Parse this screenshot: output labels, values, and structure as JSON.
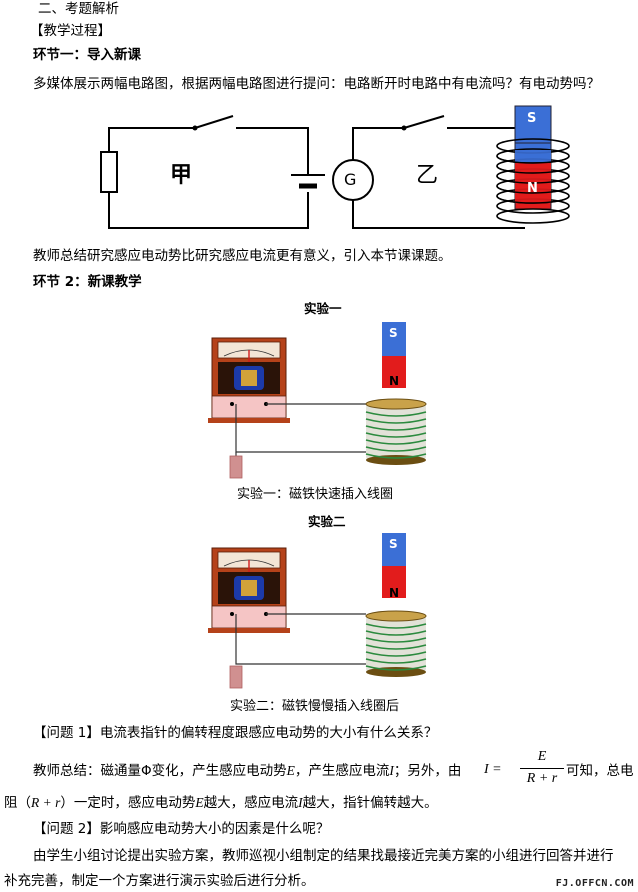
{
  "section_title": "二、考题解析",
  "teaching_process": "【教学过程】",
  "step1": {
    "title": "环节一：导入新课",
    "intro": "多媒体展示两幅电路图，根据两幅电路图进行提问：电路断开时电路中有电流吗？有电动势吗？",
    "label_jia": "甲",
    "label_yi": "乙",
    "galvanometer": "G",
    "magnet_s": "S",
    "magnet_n": "N",
    "summary": "教师总结研究感应电动势比研究感应电流更有意义，引入本节课课题。"
  },
  "step2": {
    "title": "环节 2：新课教学",
    "exp1_title": "实验一",
    "exp1_caption": "实验一：磁铁快速插入线圈",
    "exp2_title": "实验二",
    "exp2_caption": "实验二：磁铁慢慢插入线圈后",
    "magnet_s": "S",
    "magnet_n": "N"
  },
  "q1": {
    "question": "【问题 1】电流表指针的偏转程度跟感应电动势的大小有什么关系？",
    "line1_a": "教师总结：磁通量Φ变化，产生感应电动势",
    "var_E": "E",
    "line1_b": "，产生感应电流",
    "var_I": "I",
    "line1_c": "；另外，由",
    "formula_lhs": "I =",
    "formula_num": "E",
    "formula_den": "R + r",
    "line1_d": "可知，总电",
    "line2_a": "阻（",
    "line2_var": "R + r",
    "line2_b": "）一定时，感应电动势",
    "line2_c": "越大，感应电流",
    "line2_d": "越大，指针偏转越大。"
  },
  "q2": {
    "question": "【问题 2】影响感应电动势大小的因素是什么呢？",
    "line1": "由学生小组讨论提出实验方案，教师巡视小组制定的结果找最接近完美方案的小组进行回答并进行",
    "line2": "补充完善，制定一个方案进行演示实验后进行分析。"
  },
  "watermark": "FJ.OFFCN.COM"
}
